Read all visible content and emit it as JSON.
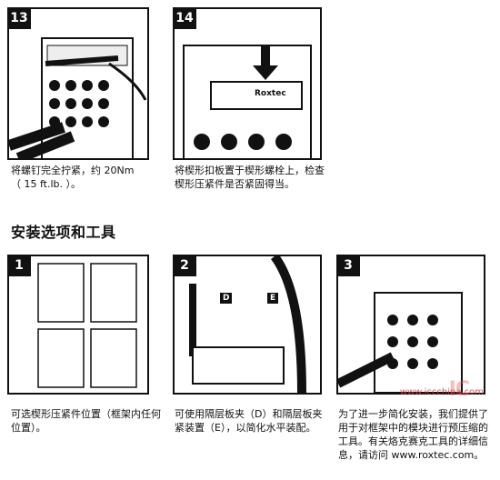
{
  "steps_top": [
    {
      "number": "13",
      "caption": "将螺钉完全拧紧，约 20Nm\n（ 15 ft.lb. ）。"
    },
    {
      "number": "14",
      "caption": "将楔形扣板置于楔形螺栓上，检查\n楔形压紧件是否紧固得当。",
      "plate_brand": "Roxtec"
    }
  ],
  "section_title": "安装选项和工具",
  "options": [
    {
      "number": "1",
      "caption": "可选楔形压紧件位置（框架内任何\n位置）。"
    },
    {
      "number": "2",
      "caption": "可使用隔层板夹（D）和隔层板夹\n紧装置（E），以简化水平装配。",
      "tag_d": "D",
      "tag_e": "E"
    },
    {
      "number": "3",
      "caption": "为了进一步简化安装，我们提供了\n用于对框架中的模块进行预压缩的\n工具。有关烙克赛克工具的详细信\n息，请访问 www.roxtec.com。"
    }
  ],
  "watermark": {
    "text": "www.iccchina.com",
    "logo": "IC"
  }
}
